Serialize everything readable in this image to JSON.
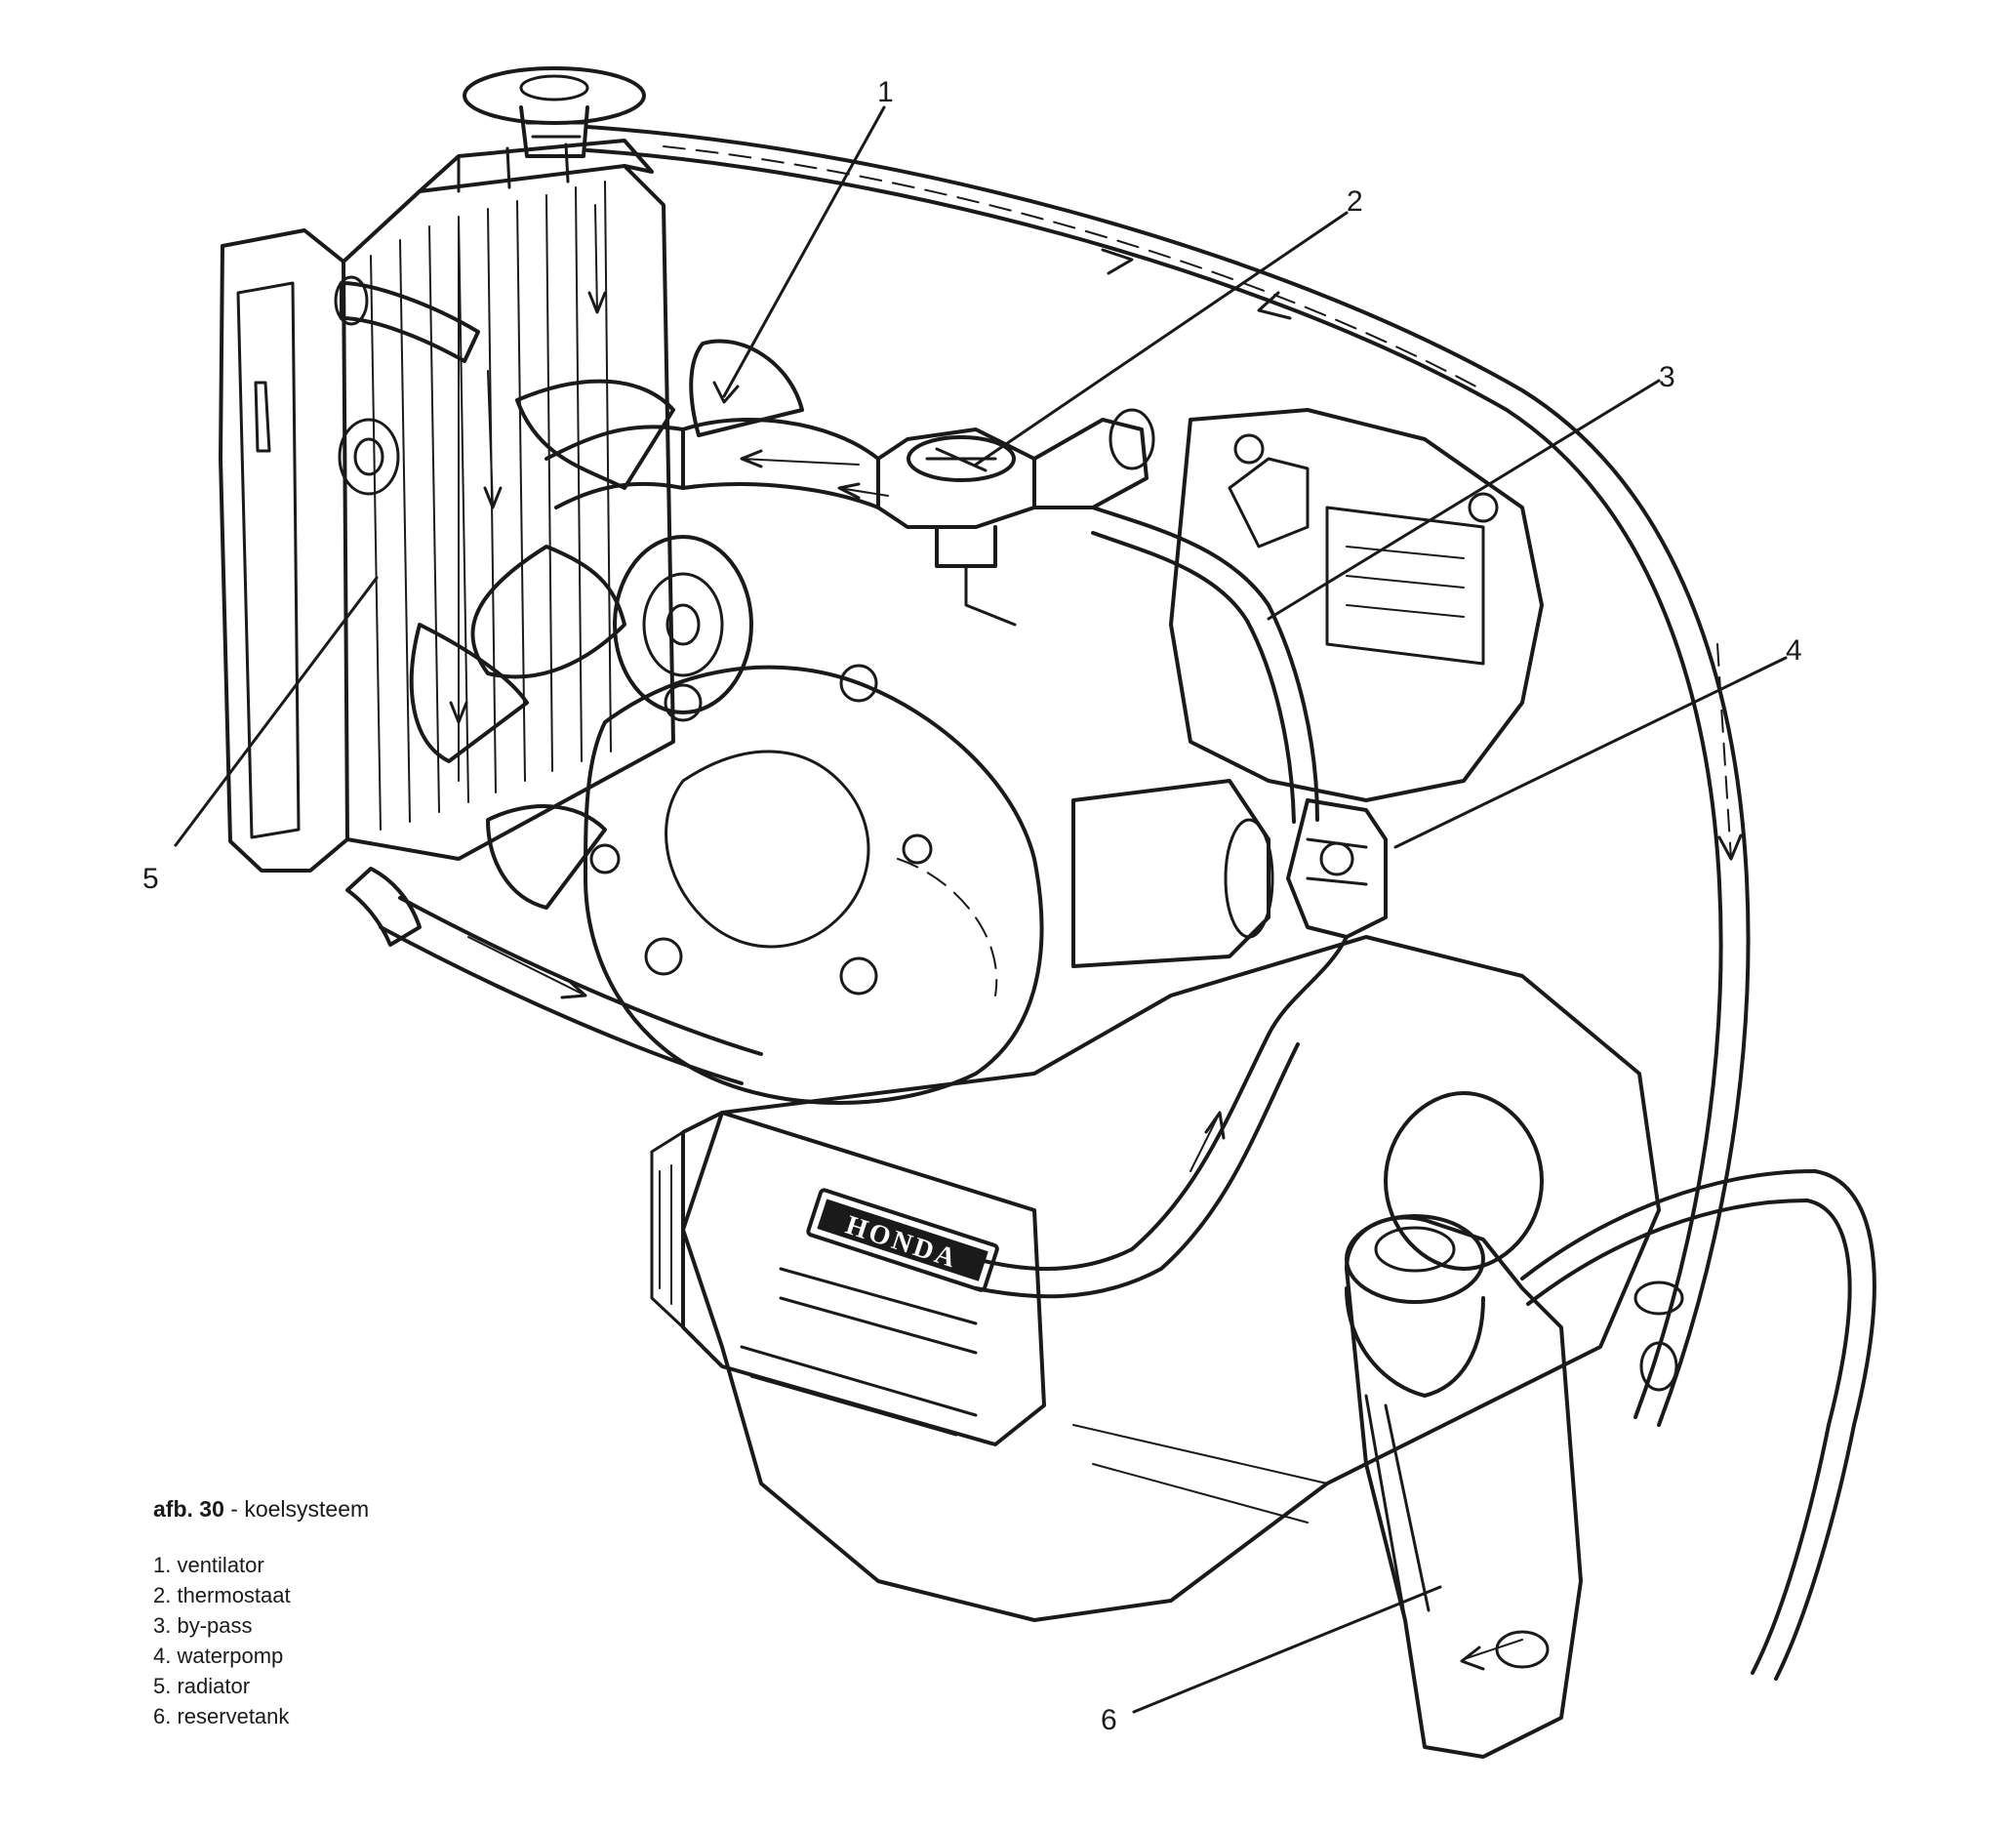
{
  "figure": {
    "caption_prefix": "afb. 30",
    "caption_separator": " - ",
    "caption_title": "koelsysteem",
    "brand_plate": "HONDA"
  },
  "callouts": [
    {
      "number": "1",
      "text": "1. ventilator"
    },
    {
      "number": "2",
      "text": "2. thermostaat"
    },
    {
      "number": "3",
      "text": "3. by-pass"
    },
    {
      "number": "4",
      "text": "4. waterpomp"
    },
    {
      "number": "5",
      "text": "5. radiator"
    },
    {
      "number": "6",
      "text": "6. reservetank"
    }
  ],
  "colors": {
    "ink": "#1a1a1a",
    "paper": "#ffffff"
  }
}
